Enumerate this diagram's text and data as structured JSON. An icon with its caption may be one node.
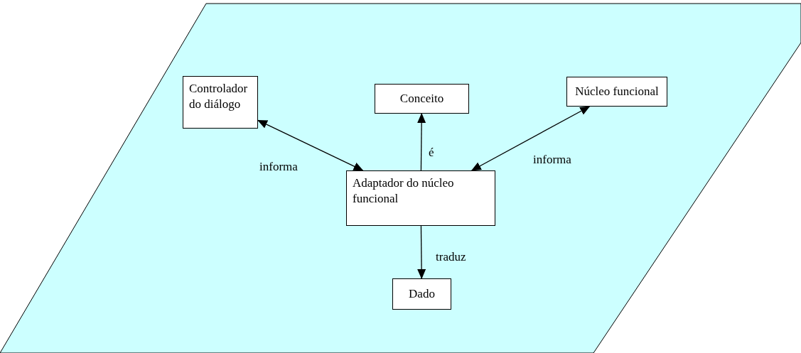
{
  "diagram": {
    "nodes": [
      {
        "text": [
          "Controlador do diálogo"
        ]
      },
      {
        "text": [
          "Conceito"
        ]
      },
      {
        "text": [
          "Núcleo funcional"
        ]
      },
      {
        "text": [
          "Adaptador do núcleo funcional"
        ]
      },
      {
        "text": [
          "Dado"
        ]
      }
    ],
    "edges": [
      {
        "from": 0,
        "to": 3,
        "arrow": "both",
        "label": "informa"
      },
      {
        "from": 3,
        "to": 1,
        "arrow": "to",
        "label": "é"
      },
      {
        "from": 2,
        "to": 3,
        "arrow": "both",
        "label": "informa"
      },
      {
        "from": 3,
        "to": 4,
        "arrow": "to",
        "label": "traduz"
      }
    ]
  }
}
